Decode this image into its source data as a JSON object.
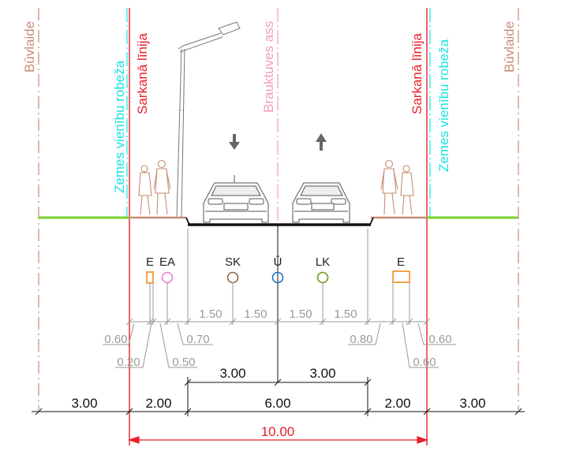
{
  "vertical_labels": {
    "buvlaide_left": "Būvlaide",
    "zemes_left": "Zemes vienību robeža",
    "sarkana_left": "Sarkanā līnija",
    "brauktuves_ass": "Brauktuves ass",
    "sarkana_right": "Sarkanā līnija",
    "zemes_right": "Zemes vienību robeža",
    "buvlaide_right": "Būvlaide"
  },
  "utilities": [
    {
      "label": "E",
      "symbol": "rect",
      "color": "#f28c1e"
    },
    {
      "label": "EA",
      "symbol": "circle",
      "color": "#f07ad8"
    },
    {
      "label": "SK",
      "symbol": "circle",
      "color": "#8b6a4a"
    },
    {
      "label": "Ū",
      "symbol": "circle",
      "color": "#1e73c8"
    },
    {
      "label": "LK",
      "symbol": "circle",
      "color": "#6b9a1e"
    },
    {
      "label": "E",
      "symbol": "rect",
      "color": "#f28c1e"
    }
  ],
  "dims_gray": {
    "lane_quarters": [
      "1.50",
      "1.50",
      "1.50",
      "1.50"
    ],
    "left_060": "0.60",
    "left_070": "0.70",
    "left_020": "0.20",
    "left_050": "0.50",
    "right_080": "0.80",
    "right_060a": "0.60",
    "right_060b": "0.60"
  },
  "dims_lanes": [
    "3.00",
    "3.00"
  ],
  "dims_main": [
    "3.00",
    "2.00",
    "6.00",
    "2.00",
    "3.00"
  ],
  "dim_total": "10.00",
  "colors": {
    "red_line": "#e8202a",
    "buvlaide": "#c98b74",
    "zemes": "#19e3e3",
    "axis": "#f39ac0",
    "grass": "#7bd12a",
    "road": "#111111",
    "dim_gray": "#9a9a9a",
    "arrow": "#666666"
  },
  "icons": {
    "direction_down": "arrow-down-icon",
    "direction_up": "arrow-up-icon",
    "street_lamp": "street-lamp-icon",
    "pedestrians": "pedestrians-icon",
    "car": "car-icon"
  }
}
